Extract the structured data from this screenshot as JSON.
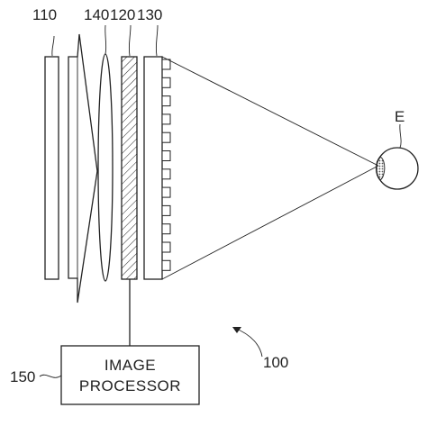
{
  "labels": {
    "display_panel": "110",
    "lens": "140",
    "hatched_layer": "120",
    "micro_array": "130",
    "image_processor_ref": "150",
    "device": "100",
    "eye": "E"
  },
  "image_processor": {
    "line1": "IMAGE",
    "line2": "PROCESSOR"
  },
  "colors": {
    "ink": "#222222",
    "background": "#ffffff",
    "pupil": "#555555"
  }
}
